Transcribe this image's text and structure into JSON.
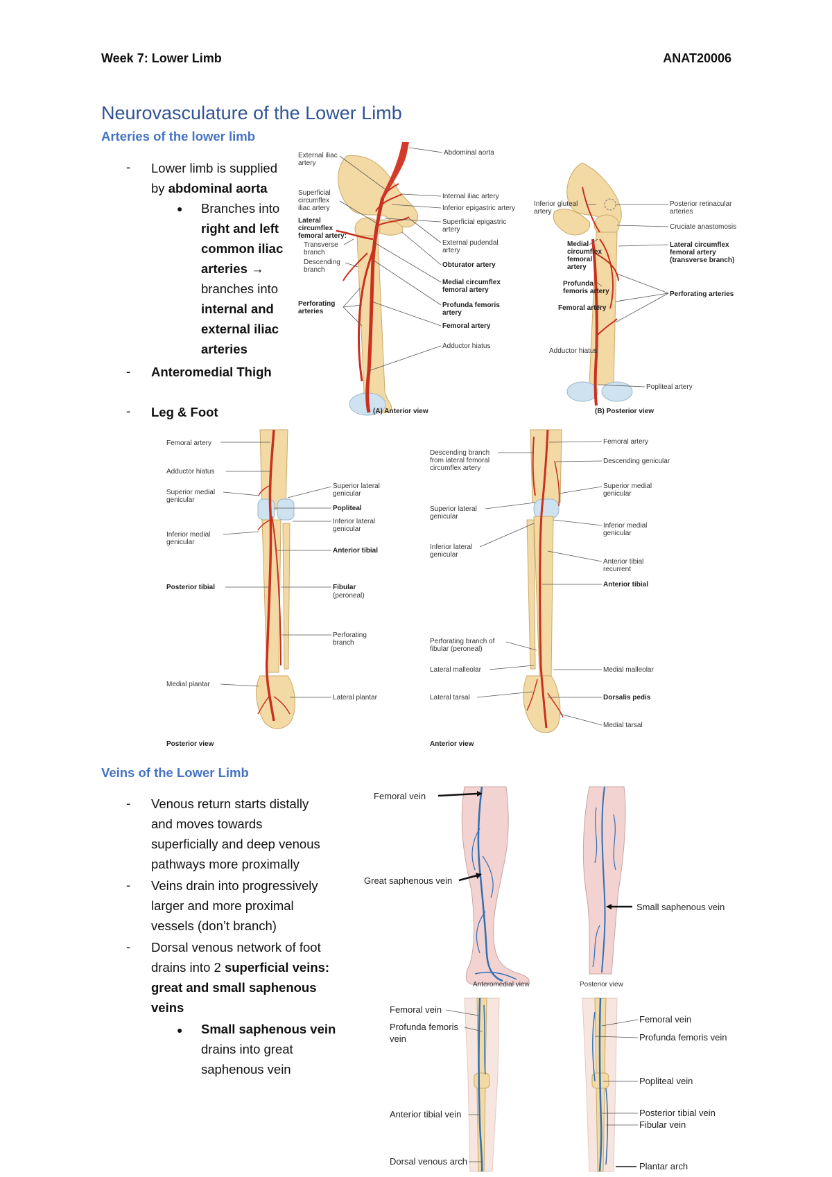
{
  "header": {
    "left": "Week 7: Lower Limb",
    "right": "ANAT20006"
  },
  "title": "Neurovasculature of the Lower Limb",
  "arteries": {
    "heading": "Arteries of the lower limb",
    "item1": {
      "line1": "Lower limb is supplied",
      "line2_pre": "by ",
      "line2_bold": "abdominal aorta"
    },
    "sub1": {
      "l1": "Branches into",
      "l2": "right and left",
      "l3": "common iliac",
      "l4": "arteries →",
      "l5": "branches into",
      "l6": "internal and",
      "l7": "external iliac",
      "l8": "arteries"
    },
    "item2": "Anteromedial Thigh",
    "item3": "Leg & Foot"
  },
  "fig_thigh_anterior": {
    "caption": "(A) Anterior view",
    "labels": {
      "ext_iliac_1": "External iliac",
      "ext_iliac_2": "artery",
      "sup_circ_1": "Superficial",
      "sup_circ_2": "circumflex",
      "sup_circ_3": "iliac artery",
      "lat_circ_1": "Lateral",
      "lat_circ_2": "circumflex",
      "lat_circ_3": "femoral artery:",
      "transverse_1": "Transverse",
      "transverse_2": "branch",
      "descending_1": "Descending",
      "descending_2": "branch",
      "perforating_1": "Perforating",
      "perforating_2": "arteries",
      "abd_aorta": "Abdominal aorta",
      "int_iliac": "Internal iliac artery",
      "inf_epigastric": "Inferior epigastric artery",
      "sup_epigastric_1": "Superficial epigastric",
      "sup_epigastric_2": "artery",
      "ext_pudendal_1": "External pudendal",
      "ext_pudendal_2": "artery",
      "obturator": "Obturator artery",
      "med_circ_1": "Medial circumflex",
      "med_circ_2": "femoral artery",
      "profunda_1": "Profunda femoris",
      "profunda_2": "artery",
      "femoral": "Femoral artery",
      "adductor": "Adductor hiatus"
    }
  },
  "fig_thigh_posterior": {
    "caption": "(B) Posterior view",
    "labels": {
      "inf_gluteal_1": "Inferior gluteal",
      "inf_gluteal_2": "artery",
      "medial_1": "Medial",
      "medial_2": "circumflex",
      "medial_3": "femoral",
      "medial_4": "artery",
      "profunda_1": "Profunda",
      "profunda_2": "femoris artery",
      "femoral": "Femoral artery",
      "adductor": "Adductor hiatus",
      "post_ret_1": "Posterior retinacular",
      "post_ret_2": "arteries",
      "cruciate": "Cruciate anastomosis",
      "lat_circ_1": "Lateral circumflex",
      "lat_circ_2": "femoral artery",
      "lat_circ_3": "(transverse branch)",
      "perforating": "Perforating arteries",
      "popliteal": "Popliteal artery"
    }
  },
  "fig_leg_posterior": {
    "caption": "Posterior view",
    "labels": {
      "femoral": "Femoral artery",
      "adductor": "Adductor hiatus",
      "sup_med_1": "Superior medial",
      "sup_med_2": "genicular",
      "inf_med_1": "Inferior medial",
      "inf_med_2": "genicular",
      "post_tibial": "Posterior tibial",
      "med_plantar": "Medial plantar",
      "sup_lat_1": "Superior lateral",
      "sup_lat_2": "genicular",
      "popliteal": "Popliteal",
      "inf_lat_1": "Inferior lateral",
      "inf_lat_2": "genicular",
      "ant_tibial": "Anterior tibial",
      "fibular_1": "Fibular",
      "fibular_2": "(peroneal)",
      "perforating_1": "Perforating",
      "perforating_2": "branch",
      "lat_plantar": "Lateral plantar"
    }
  },
  "fig_leg_anterior": {
    "caption": "Anterior view",
    "labels": {
      "desc_1": "Descending branch",
      "desc_2": "from lateral femoral",
      "desc_3": "circumflex artery",
      "sup_lat_1": "Superior lateral",
      "sup_lat_2": "genicular",
      "inf_lat_1": "Inferior lateral",
      "inf_lat_2": "genicular",
      "perf_1": "Perforating branch of",
      "perf_2": "fibular (peroneal)",
      "lat_mall": "Lateral malleolar",
      "lat_tarsal": "Lateral tarsal",
      "femoral": "Femoral artery",
      "desc_gen": "Descending genicular",
      "sup_med_1": "Superior medial",
      "sup_med_2": "genicular",
      "inf_med_1": "Inferior medial",
      "inf_med_2": "genicular",
      "ant_tib_rec_1": "Anterior tibial",
      "ant_tib_rec_2": "recurrent",
      "ant_tibial": "Anterior tibial",
      "med_mall": "Medial malleolar",
      "dorsalis": "Dorsalis pedis",
      "med_tarsal": "Medial tarsal"
    }
  },
  "veins": {
    "heading": "Veins of the Lower Limb",
    "item1": [
      "Venous return starts distally",
      "and moves towards",
      "superficially and deep venous",
      "pathways more proximally"
    ],
    "item2": [
      "Veins drain into progressively",
      "larger and more proximal",
      "vessels (don’t branch)"
    ],
    "item3": {
      "l1": "Dorsal venous network of foot",
      "l2_pre": "drains into 2 ",
      "l2_bold": "superficial veins:",
      "l3": "great and small saphenous",
      "l4": "veins"
    },
    "sub1": {
      "l1": "Small saphenous vein",
      "l2": "drains into great",
      "l3": "saphenous vein"
    }
  },
  "fig_superficial_veins": {
    "femoral": "Femoral vein",
    "great_saph": "Great saphenous vein",
    "small_saph": "Small saphenous vein",
    "cap_ant": "Anteromedial view",
    "cap_post": "Posterior view"
  },
  "fig_deep_veins": {
    "femoral_l": "Femoral vein",
    "profunda_l1": "Profunda femoris",
    "profunda_l2": "vein",
    "ant_tibial": "Anterior tibial vein",
    "dorsal_arch": "Dorsal venous arch",
    "femoral_r": "Femoral vein",
    "profunda_r": "Profunda femoris vein",
    "popliteal": "Popliteal vein",
    "post_tibial": "Posterior tibial vein",
    "fibular": "Fibular vein",
    "plantar": "Plantar arch"
  }
}
